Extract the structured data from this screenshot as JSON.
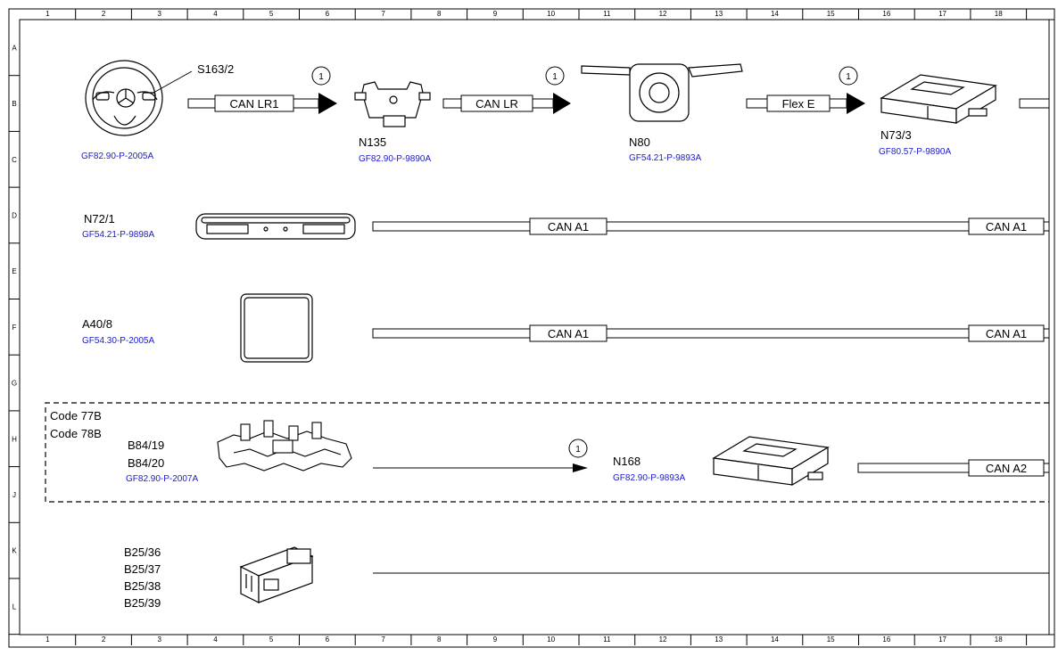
{
  "grid": {
    "columns": [
      "1",
      "2",
      "3",
      "4",
      "5",
      "6",
      "7",
      "8",
      "9",
      "10",
      "11",
      "12",
      "13",
      "14",
      "15",
      "16",
      "17",
      "18"
    ],
    "rows": [
      "A",
      "B",
      "C",
      "D",
      "E",
      "F",
      "G",
      "H",
      "J",
      "K",
      "L"
    ]
  },
  "components": {
    "s163": {
      "label": "S163/2",
      "ref": "GF82.90-P-2005A"
    },
    "n135": {
      "label": "N135",
      "ref": "GF82.90-P-9890A"
    },
    "n80": {
      "label": "N80",
      "ref": "GF54.21-P-9893A"
    },
    "n73": {
      "label": "N73/3",
      "ref": "GF80.57-P-9890A"
    },
    "n72": {
      "label": "N72/1",
      "ref": "GF54.21-P-9898A"
    },
    "a40": {
      "label": "A40/8",
      "ref": "GF54.30-P-2005A"
    },
    "b84": {
      "labels": [
        "B84/19",
        "B84/20"
      ],
      "ref": "GF82.90-P-2007A"
    },
    "n168": {
      "label": "N168",
      "ref": "GF82.90-P-9893A"
    },
    "b25": {
      "labels": [
        "B25/36",
        "B25/37",
        "B25/38",
        "B25/39"
      ]
    }
  },
  "code_group": {
    "lines": [
      "Code 77B",
      "Code 78B"
    ]
  },
  "buses": {
    "can_lr1": "CAN LR1",
    "can_lr": "CAN LR",
    "flex_e": "Flex E",
    "can_a1_d_mid": "CAN A1",
    "can_a1_d_end": "CAN A1",
    "can_a1_f_mid": "CAN A1",
    "can_a1_f_end": "CAN A1",
    "can_a2": "CAN A2"
  },
  "markers": {
    "m1": "1",
    "m2": "1",
    "m3": "1",
    "m4": "1"
  }
}
